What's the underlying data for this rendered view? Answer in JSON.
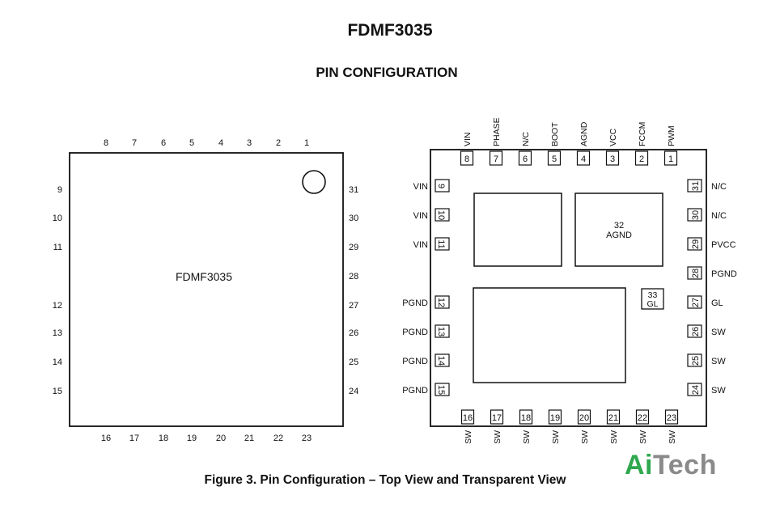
{
  "header": {
    "title": "FDMF3035",
    "subtitle": "PIN CONFIGURATION"
  },
  "top_view": {
    "package_label": "FDMF3035",
    "top_pins": [
      "8",
      "7",
      "6",
      "5",
      "4",
      "3",
      "2",
      "1"
    ],
    "left_pins": [
      "9",
      "10",
      "11",
      "12",
      "13",
      "14",
      "15"
    ],
    "right_pins": [
      "31",
      "30",
      "29",
      "28",
      "27",
      "26",
      "25",
      "24"
    ],
    "bottom_pins": [
      "16",
      "17",
      "18",
      "19",
      "20",
      "21",
      "22",
      "23"
    ]
  },
  "transparent_view": {
    "top_pins": [
      {
        "num": "8",
        "name": "VIN"
      },
      {
        "num": "7",
        "name": "PHASE"
      },
      {
        "num": "6",
        "name": "N/C"
      },
      {
        "num": "5",
        "name": "BOOT"
      },
      {
        "num": "4",
        "name": "AGND"
      },
      {
        "num": "3",
        "name": "VCC"
      },
      {
        "num": "2",
        "name": "FCCM"
      },
      {
        "num": "1",
        "name": "PWM"
      }
    ],
    "left_pins": [
      {
        "num": "9",
        "name": "VIN"
      },
      {
        "num": "10",
        "name": "VIN"
      },
      {
        "num": "11",
        "name": "VIN"
      },
      {
        "num": "12",
        "name": "PGND"
      },
      {
        "num": "13",
        "name": "PGND"
      },
      {
        "num": "14",
        "name": "PGND"
      },
      {
        "num": "15",
        "name": "PGND"
      }
    ],
    "right_pins": [
      {
        "num": "31",
        "name": "N/C"
      },
      {
        "num": "30",
        "name": "N/C"
      },
      {
        "num": "29",
        "name": "PVCC"
      },
      {
        "num": "28",
        "name": "PGND"
      },
      {
        "num": "27",
        "name": "GL"
      },
      {
        "num": "26",
        "name": "SW"
      },
      {
        "num": "25",
        "name": "SW"
      },
      {
        "num": "24",
        "name": "SW"
      }
    ],
    "bottom_pins": [
      {
        "num": "16",
        "name": "SW"
      },
      {
        "num": "17",
        "name": "SW"
      },
      {
        "num": "18",
        "name": "SW"
      },
      {
        "num": "19",
        "name": "SW"
      },
      {
        "num": "20",
        "name": "SW"
      },
      {
        "num": "21",
        "name": "SW"
      },
      {
        "num": "22",
        "name": "SW"
      },
      {
        "num": "23",
        "name": "SW"
      }
    ],
    "pad_32": {
      "num": "32",
      "name": "AGND"
    },
    "pad_33": {
      "num": "33",
      "name": "GL"
    }
  },
  "caption": "Figure 3. Pin Configuration – Top View and Transparent View",
  "logo": {
    "part1": "Ai",
    "part2": "Tech",
    "color1": "#2fa84f",
    "color2": "#8a8a8a"
  }
}
